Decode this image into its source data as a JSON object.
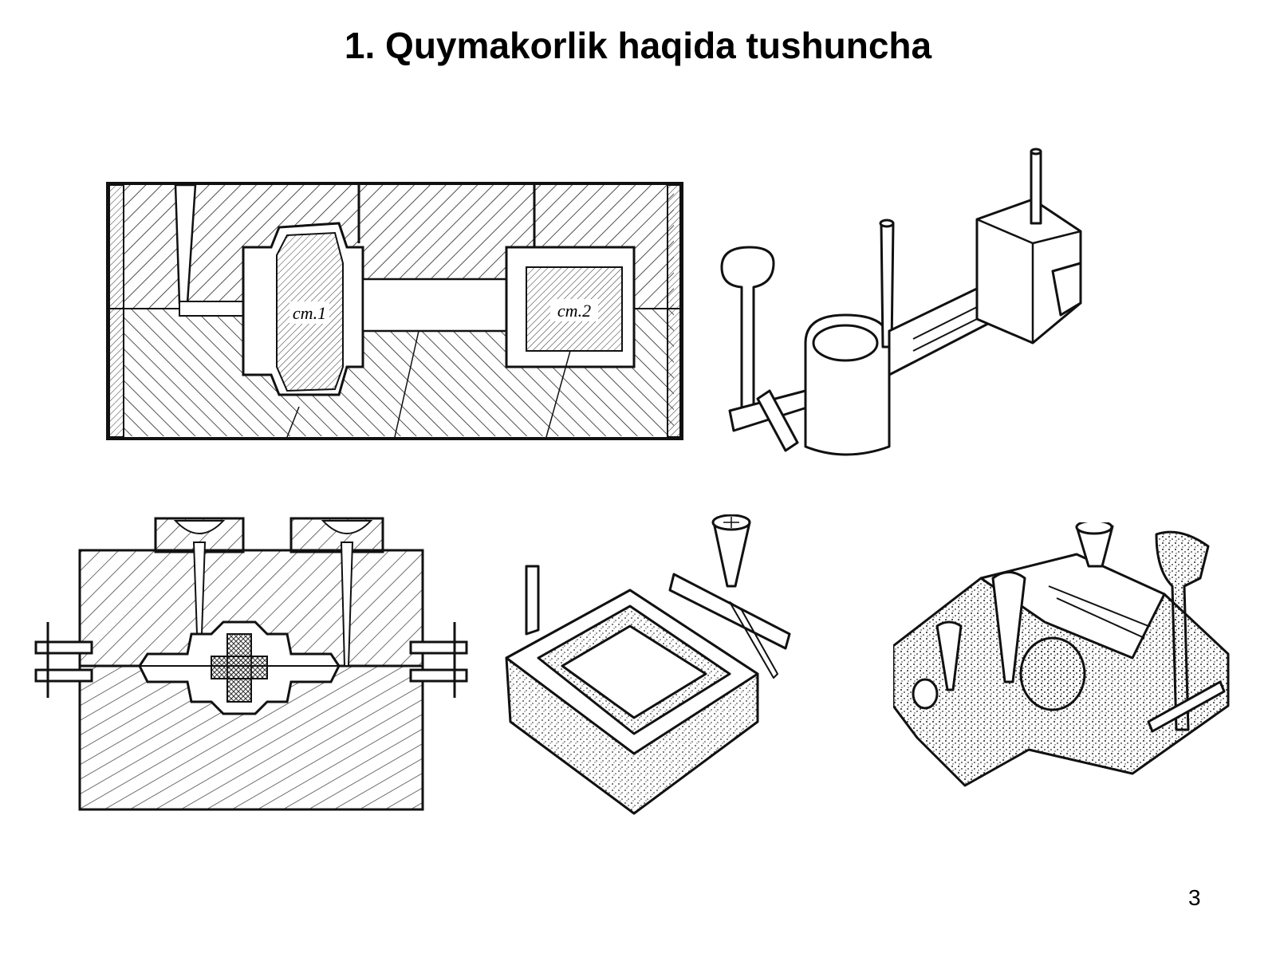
{
  "slide": {
    "title": "1. Quymakorlik haqida tushuncha",
    "page_number": "3"
  },
  "figures": {
    "mold_section_top": {
      "cavity_label_1": "cm.1",
      "cavity_label_2": "cm.2"
    }
  }
}
